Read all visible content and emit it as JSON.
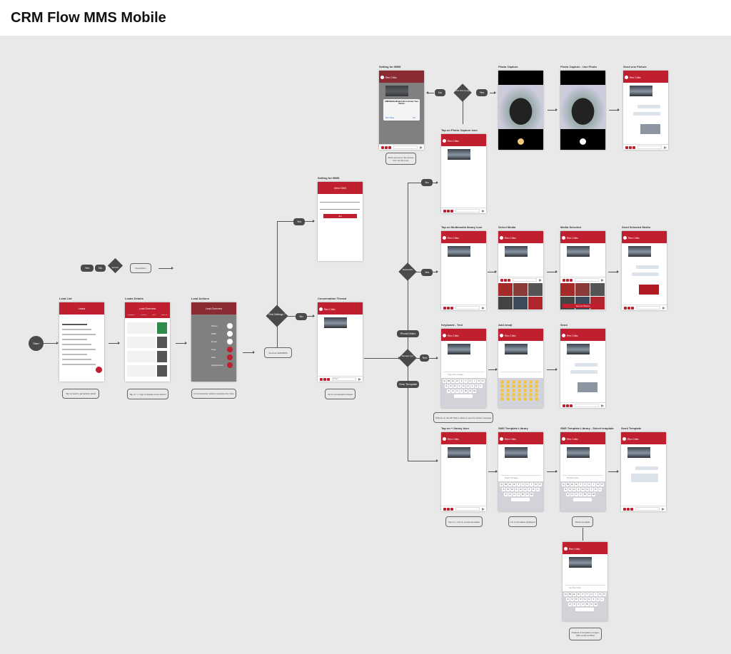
{
  "title": "CRM Flow MMS Mobile",
  "colors": {
    "brand": "#c01f2f",
    "node": "#4a4a4a",
    "background": "#e9e9e9"
  },
  "legend": {
    "yes": "Yes",
    "no": "No",
    "decision": "Decision",
    "description": "Description"
  },
  "start": "Start",
  "decisions": {
    "first_settings": "First Settings ?",
    "message_type": "Message Type",
    "media_exists": "Media Exists",
    "first_time": "First Time On App"
  },
  "pills": {
    "first_yes": "Yes",
    "first_no": "No",
    "text": "Text",
    "photo_video": "Photo/Video",
    "sms_template": "Sms Template",
    "media_yes": "Yes",
    "media_no": "No",
    "ft_yes": "Yes",
    "ft_no": "No"
  },
  "descriptions": {
    "lead_list": "Tap on lead to get activity detail",
    "leads_details": "Tap on \"+\" sign to display more actions",
    "lead_actions": "Communication actions separated by color",
    "send_sms": "Send as SMS/MMS",
    "conversation": "Go to conversation thread",
    "allow_access": "Allow access to the service from the first use.",
    "keyboard": "Options on the left hide to allow to see the written message",
    "tap_library": "Tap on + icon to reveal templates",
    "template_list": "List of templates displayed",
    "select_template": "Select template",
    "longer_template": "Variation if template is longer. With small scrollbar"
  },
  "contact_name": "Rex Critto",
  "screens": [
    {
      "id": "lead_list",
      "label": "Lead List",
      "variant": "leads",
      "header": "Leads"
    },
    {
      "id": "leads_details",
      "label": "Leads Details",
      "variant": "details",
      "header": "Lead Overview",
      "tabs": [
        "SUMMARY",
        "CONTACT",
        "INFO",
        "VEHICLE"
      ]
    },
    {
      "id": "lead_actions",
      "label": "Lead Actions",
      "variant": "actions",
      "header": "Lead Overview",
      "actions": [
        "Phone",
        "SMS",
        "Email",
        "Note",
        "Task",
        "Appointment"
      ]
    },
    {
      "id": "setting_sms",
      "label": "Setting for MMS",
      "variant": "settings",
      "header": "Send SMS",
      "button": "Set"
    },
    {
      "id": "conversation",
      "label": "Conversation Thread",
      "variant": "chat",
      "input": "Hi Rex,"
    },
    {
      "id": "setting_mms",
      "label": "Setting for MMS",
      "variant": "permission",
      "dialog_title": "CRM Mobile Would Like to Access Your Photos",
      "dont_allow": "Don't Allow",
      "ok": "OK"
    },
    {
      "id": "tap_photo",
      "label": "Tap on Photo Capture Icon",
      "variant": "chat"
    },
    {
      "id": "photo_capture",
      "label": "Photo Capture",
      "variant": "camera"
    },
    {
      "id": "use_photo",
      "label": "Photo Capture - Use Photo",
      "variant": "camera"
    },
    {
      "id": "send_picture",
      "label": "Send one Picture",
      "variant": "chat_sent"
    },
    {
      "id": "tap_multimedia",
      "label": "Tap on Multimedia library Icon",
      "variant": "chat"
    },
    {
      "id": "select_media",
      "label": "Select Media",
      "variant": "gallery"
    },
    {
      "id": "media_selected",
      "label": "Media Selected",
      "variant": "gallery",
      "button": "Send 2 Photos"
    },
    {
      "id": "send_media",
      "label": "Send Selected Media",
      "variant": "chat_sent"
    },
    {
      "id": "keyboard_text",
      "label": "Keyboard - Text",
      "variant": "keyboard",
      "input": "Type your message"
    },
    {
      "id": "add_emoji",
      "label": "Add emoji",
      "variant": "emoji"
    },
    {
      "id": "send",
      "label": "Send",
      "variant": "chat_sent"
    },
    {
      "id": "tap_library",
      "label": "Tap on + library Icon",
      "variant": "chat"
    },
    {
      "id": "template_library",
      "label": "SMS Template Library",
      "variant": "keyboard",
      "input": "Search Template"
    },
    {
      "id": "select_template",
      "label": "SMS Template Library - Select template",
      "variant": "keyboard",
      "input": "Hey Rex Critto,"
    },
    {
      "id": "send_template",
      "label": "Send Template",
      "variant": "chat_sent"
    },
    {
      "id": "long_template",
      "label": "",
      "variant": "keyboard",
      "input": "Hey Rex Critto,"
    }
  ]
}
